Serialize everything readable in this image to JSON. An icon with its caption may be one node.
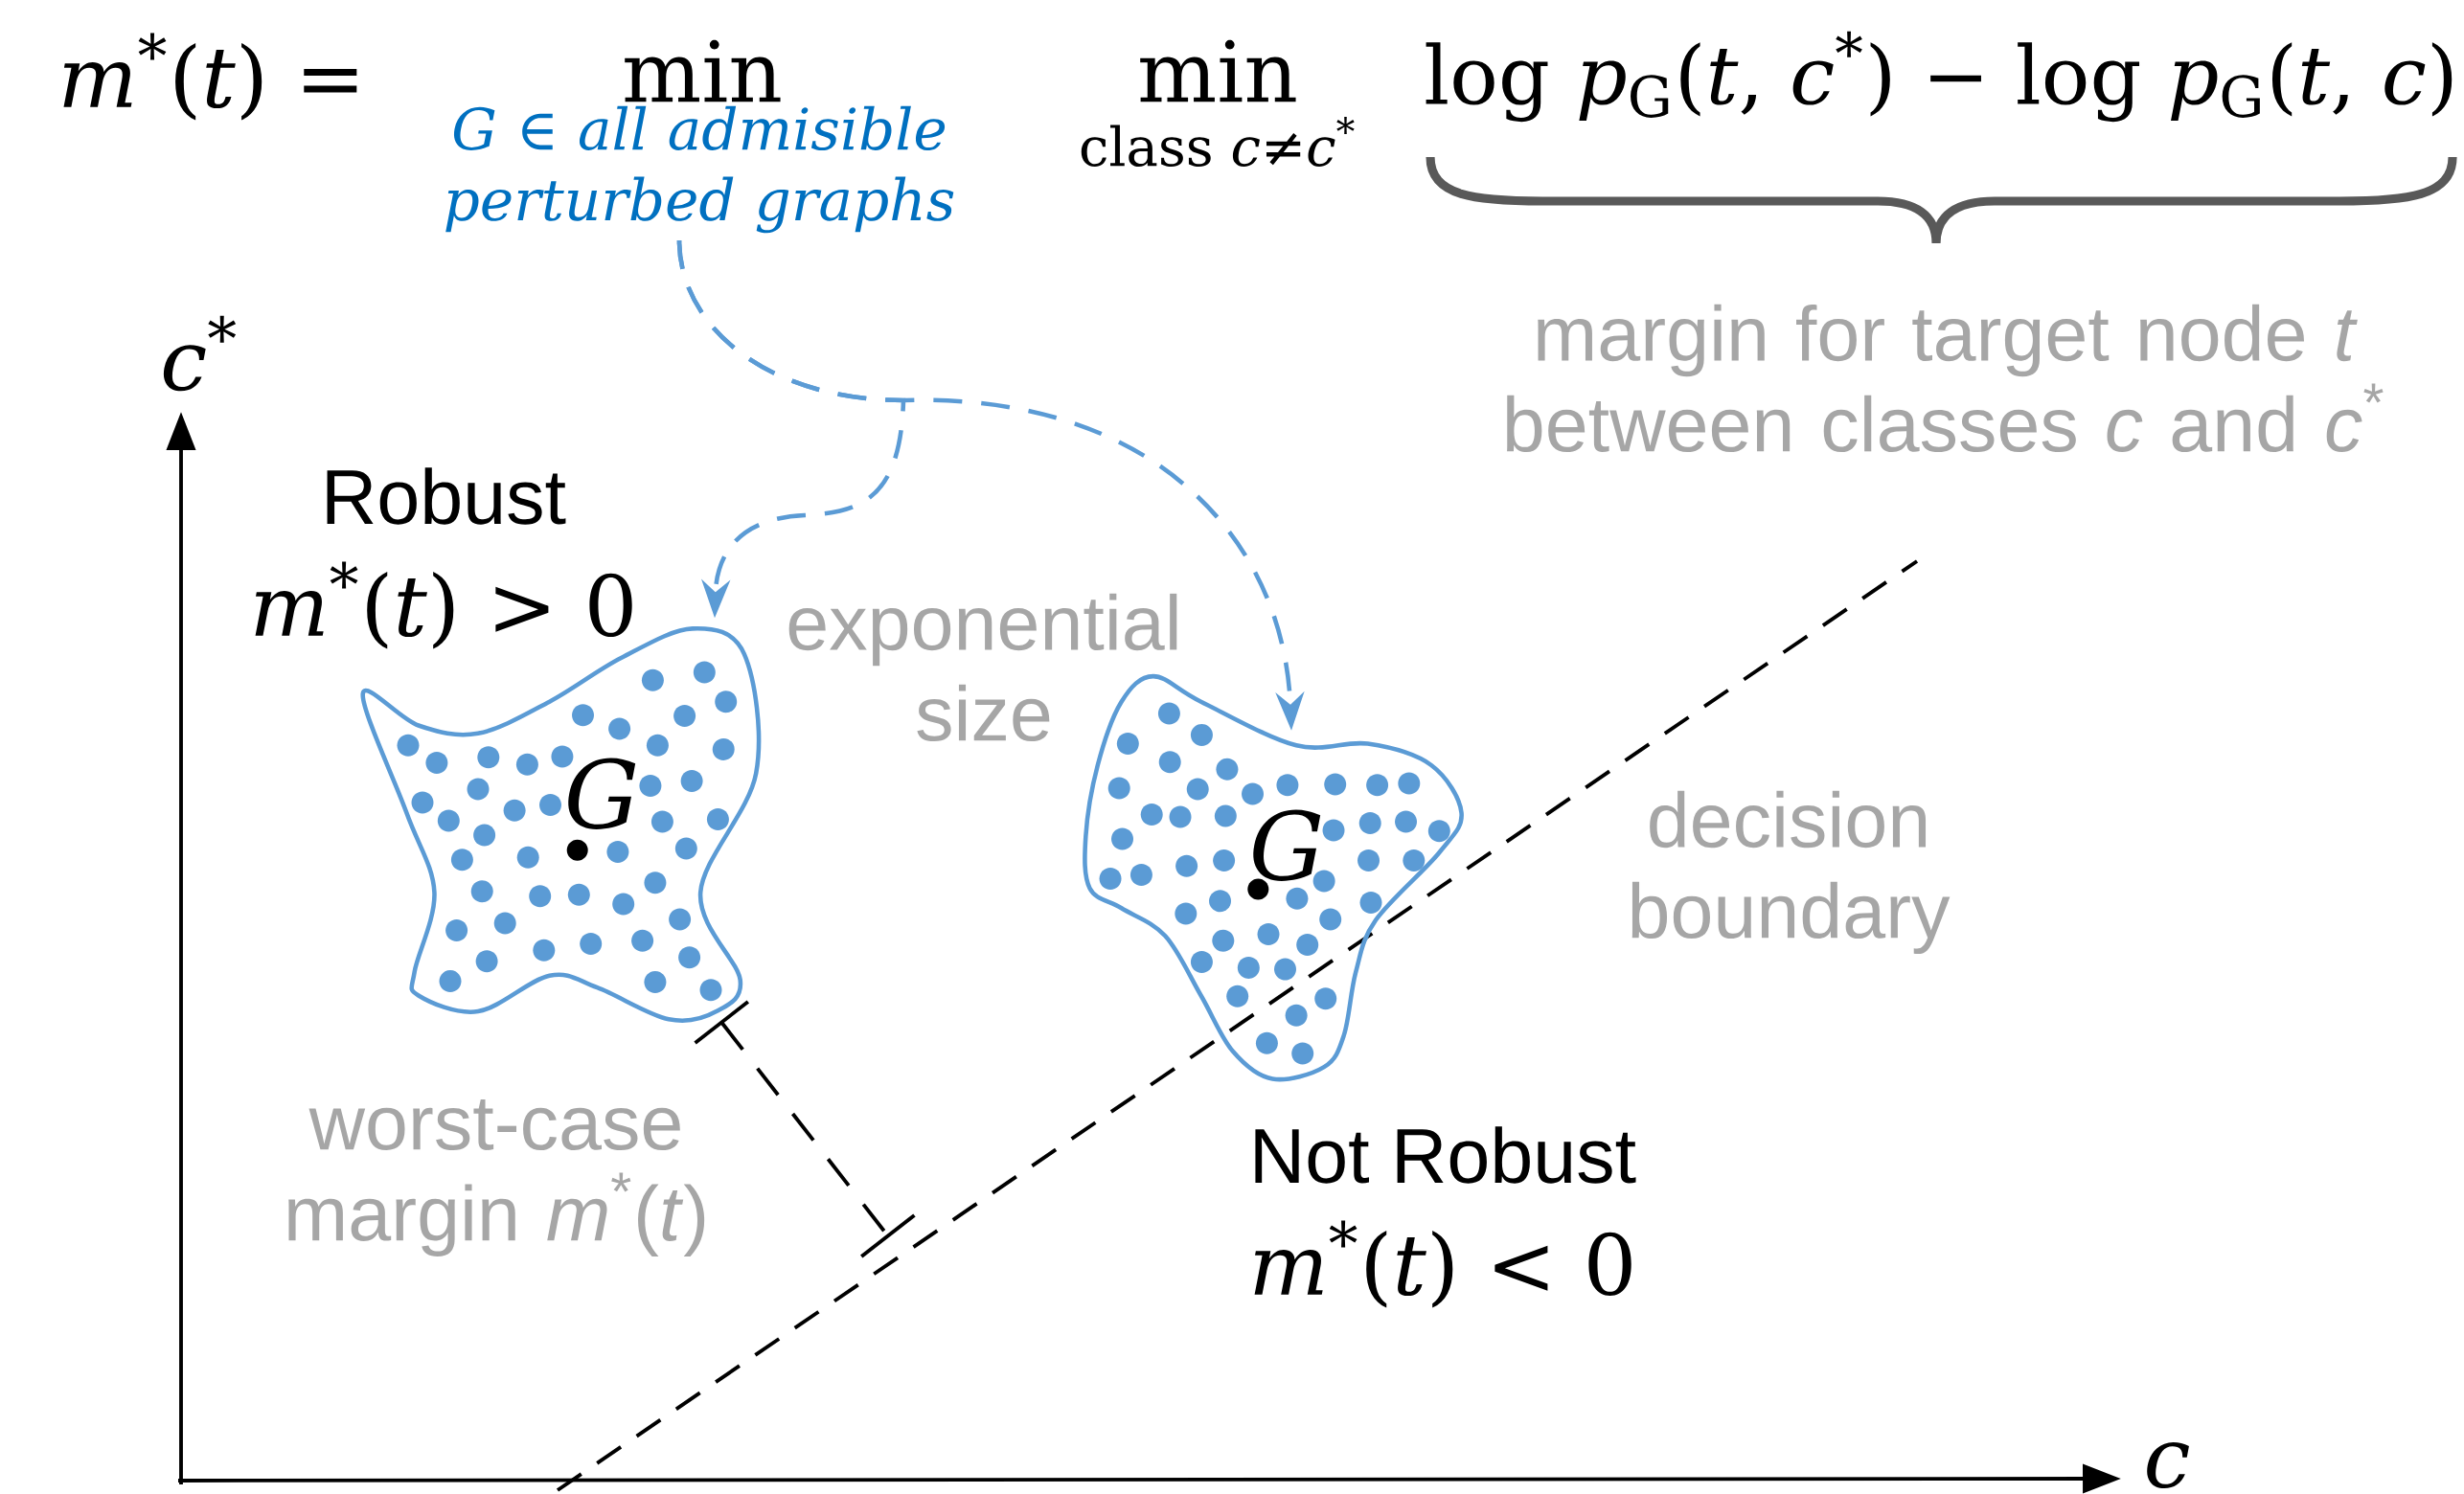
{
  "diagram": {
    "nodes": [
      {
        "text": [
          "G ∈ all admisible perturbed graphs"
        ]
      },
      {
        "text": [
          "G"
        ],
        "beside": [
          "Robust",
          "*m*$^{*}$(*t*) > 0"
        ]
      },
      {
        "text": [
          "G"
        ],
        "beside": [
          "Not Robust",
          "*m*$^{*}$(*t*) < 0"
        ]
      }
    ],
    "edges": [
      {
        "from": 0,
        "to": 1,
        "arrow": "to",
        "style": "dashed",
        "color": "#5b9bd5"
      },
      {
        "from": 0,
        "to": 2,
        "arrow": "to",
        "style": "dashed",
        "color": "#5b9bd5"
      }
    ],
    "labels": [
      "*m*$^{*}$(*t*) =",
      "min",
      "min",
      "class *c*≠*c*$^{*}$",
      "log *p*$_{G}$(*t*, *c*$^{*}$) − log *p*$_{G}$(*t*, *c*)",
      "margin for target node *t* between classes *c* and *c*$^{*}$",
      "*c*$^{*}$",
      "exponential size",
      "decision boundary",
      "worst-case margin *m*$^{*}$(*t*)",
      "*c*"
    ]
  }
}
